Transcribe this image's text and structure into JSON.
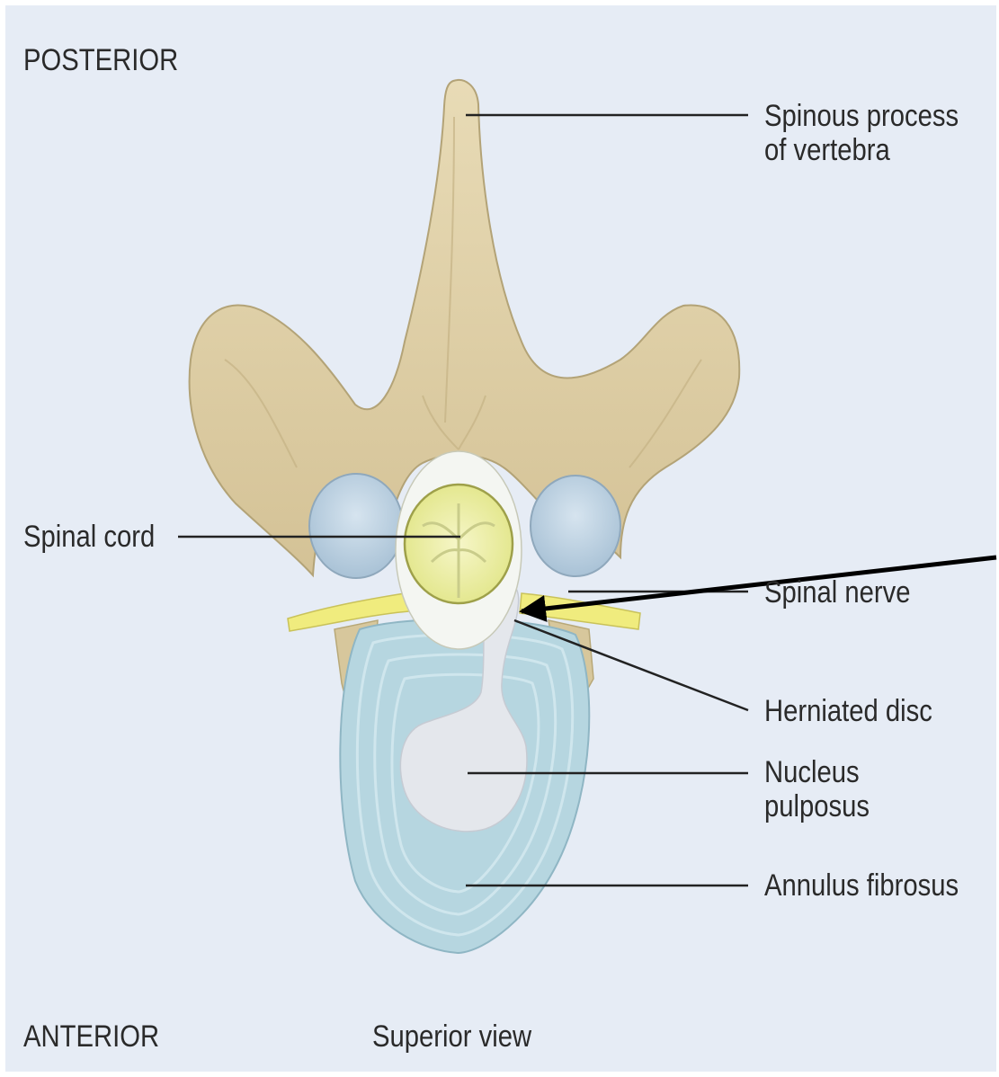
{
  "orientation": {
    "top": "POSTERIOR",
    "bottom": "ANTERIOR"
  },
  "view_caption": "Superior view",
  "labels": {
    "spinous_process": "Spinous process\nof vertebra",
    "spinal_cord": "Spinal cord",
    "spinal_nerve": "Spinal nerve",
    "herniated_disc": "Herniated disc",
    "nucleus_pulposus": "Nucleus pulposus",
    "annulus_fibrosus": "Annulus fibrosus"
  },
  "colors": {
    "background": "#e6ecf5",
    "bone": "#dfd0a8",
    "spinal_cord": "#eef0a0",
    "nerve": "#f2ee80",
    "annulus": "#b8d8e2",
    "nucleus": "#e2e5ea",
    "arrow": "#000000"
  }
}
